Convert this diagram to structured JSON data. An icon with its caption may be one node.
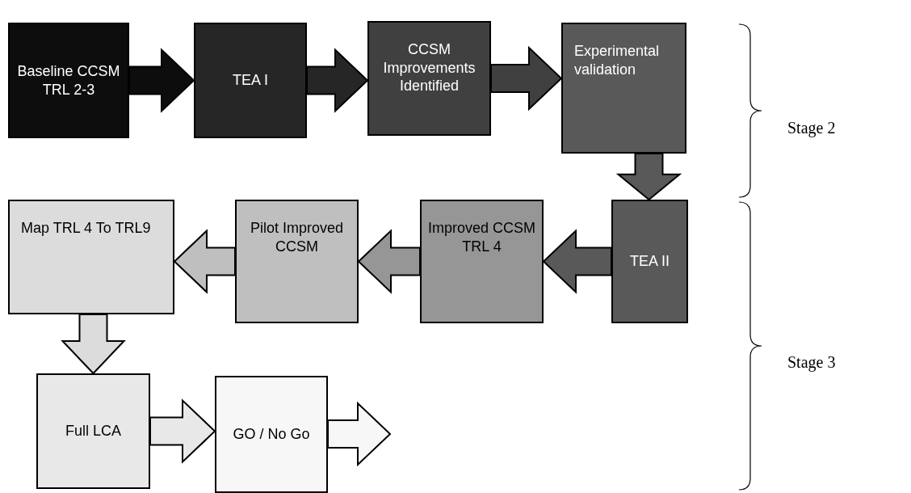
{
  "diagram": {
    "nodes": [
      {
        "text": [
          "Baseline CCSM TRL 2-3"
        ]
      },
      {
        "text": [
          "TEA I"
        ]
      },
      {
        "text": [
          "CCSM Improvements Identified"
        ]
      },
      {
        "text": [
          "Experimental validation"
        ]
      },
      {
        "text": [
          "TEA II"
        ]
      },
      {
        "text": [
          "Improved CCSM TRL 4"
        ]
      },
      {
        "text": [
          "Pilot Improved CCSM"
        ]
      },
      {
        "text": [
          "Map TRL 4 To TRL9"
        ]
      },
      {
        "text": [
          "Full LCA"
        ]
      },
      {
        "text": [
          "GO / No Go"
        ]
      }
    ],
    "edges": [
      {
        "from": 0,
        "to": 1,
        "arrow": "to"
      },
      {
        "from": 1,
        "to": 2,
        "arrow": "to"
      },
      {
        "from": 2,
        "to": 3,
        "arrow": "to"
      },
      {
        "from": 3,
        "to": 4,
        "arrow": "to"
      },
      {
        "from": 4,
        "to": 5,
        "arrow": "to"
      },
      {
        "from": 5,
        "to": 6,
        "arrow": "to"
      },
      {
        "from": 6,
        "to": 7,
        "arrow": "to"
      },
      {
        "from": 7,
        "to": 8,
        "arrow": "to"
      },
      {
        "from": 8,
        "to": 9,
        "arrow": "to"
      },
      {
        "from": 9,
        "to": null,
        "arrow": "to"
      }
    ],
    "labels": [
      "Stage 2",
      "Stage 3"
    ]
  }
}
